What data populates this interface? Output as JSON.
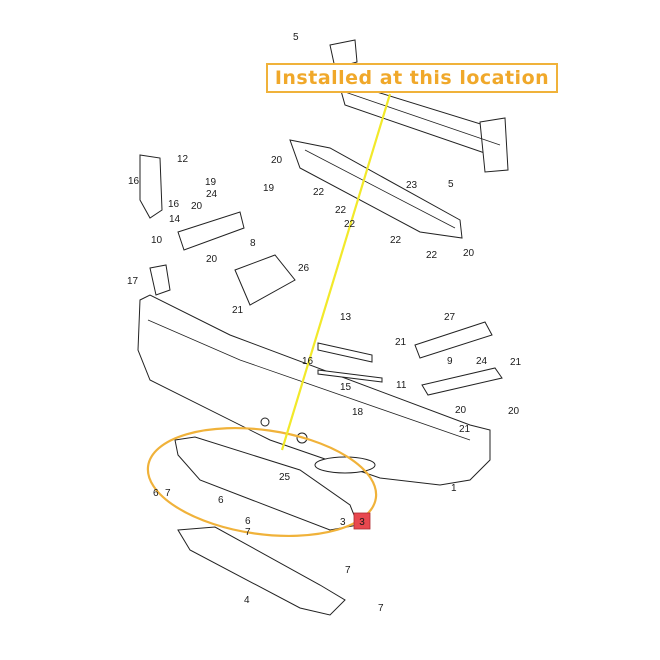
{
  "callout": {
    "text": "Installed at this location"
  },
  "colors": {
    "accent": "#f0b23a",
    "highlight_badge": "#e8484f",
    "pointer": "#f2e92a"
  },
  "highlight_badge": "3",
  "labels": [
    "1",
    "3",
    "4",
    "5",
    "5",
    "6",
    "6",
    "6",
    "7",
    "7",
    "7",
    "7",
    "8",
    "9",
    "10",
    "11",
    "12",
    "13",
    "14",
    "15",
    "16",
    "16",
    "16",
    "17",
    "18",
    "19",
    "19",
    "20",
    "20",
    "20",
    "20",
    "20",
    "20",
    "21",
    "21",
    "21",
    "21",
    "22",
    "22",
    "22",
    "22",
    "22",
    "23",
    "24",
    "24",
    "25",
    "26",
    "27"
  ]
}
